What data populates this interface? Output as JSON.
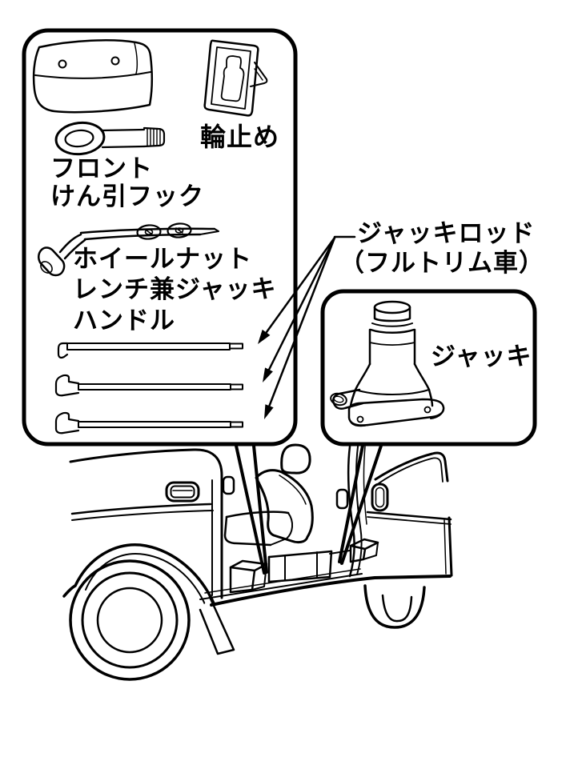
{
  "figure": {
    "background_color": "#ffffff",
    "line_color": "#000000",
    "tool_panel": {
      "items": [
        "tool-bag",
        "wheel-chock",
        "front-tow-hook",
        "wheel-nut-wrench",
        "jack-rod-1",
        "jack-rod-2",
        "jack-rod-3"
      ],
      "labels": {
        "wheel_chock": "輪止め",
        "tow_hook_line1": "フロント",
        "tow_hook_line2": "けん引フック",
        "wrench_line1": "ホイールナット",
        "wrench_line2": "レンチ兼ジャッキ",
        "wrench_line3": "ハンドル"
      }
    },
    "jack_rod_callout": {
      "line1": "ジャッキロッド",
      "line2": "（フルトリム車）",
      "arrow_count": 3
    },
    "jack_panel": {
      "label": "ジャッキ"
    }
  }
}
